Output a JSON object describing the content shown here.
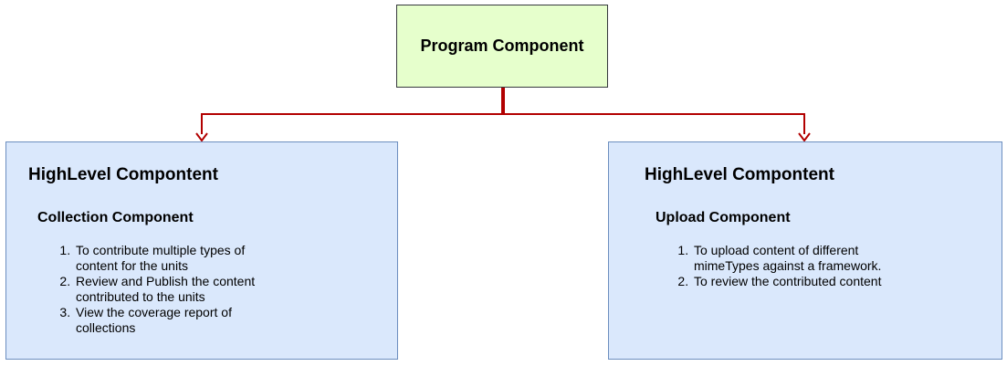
{
  "root": {
    "title": "Program Component"
  },
  "left": {
    "title": "HighLevel Compontent",
    "subtitle": "Collection Component",
    "items": [
      {
        "line1": "To contribute multiple types of",
        "line2": "content for the units"
      },
      {
        "line1": "Review and Publish the content",
        "line2": "contributed to the units"
      },
      {
        "line1": "View the coverage report of",
        "line2": "collections"
      }
    ]
  },
  "right": {
    "title": "HighLevel Compontent",
    "subtitle": "Upload Component",
    "items": [
      {
        "line1": "To upload content of different",
        "line2": "mimeTypes against a framework."
      },
      {
        "line1": "To review the contributed content",
        "line2": ""
      }
    ]
  },
  "colors": {
    "connector": "#b20000",
    "root_fill": "#e6ffcc",
    "child_fill": "#dae8fc",
    "child_border": "#6c8ebf"
  }
}
